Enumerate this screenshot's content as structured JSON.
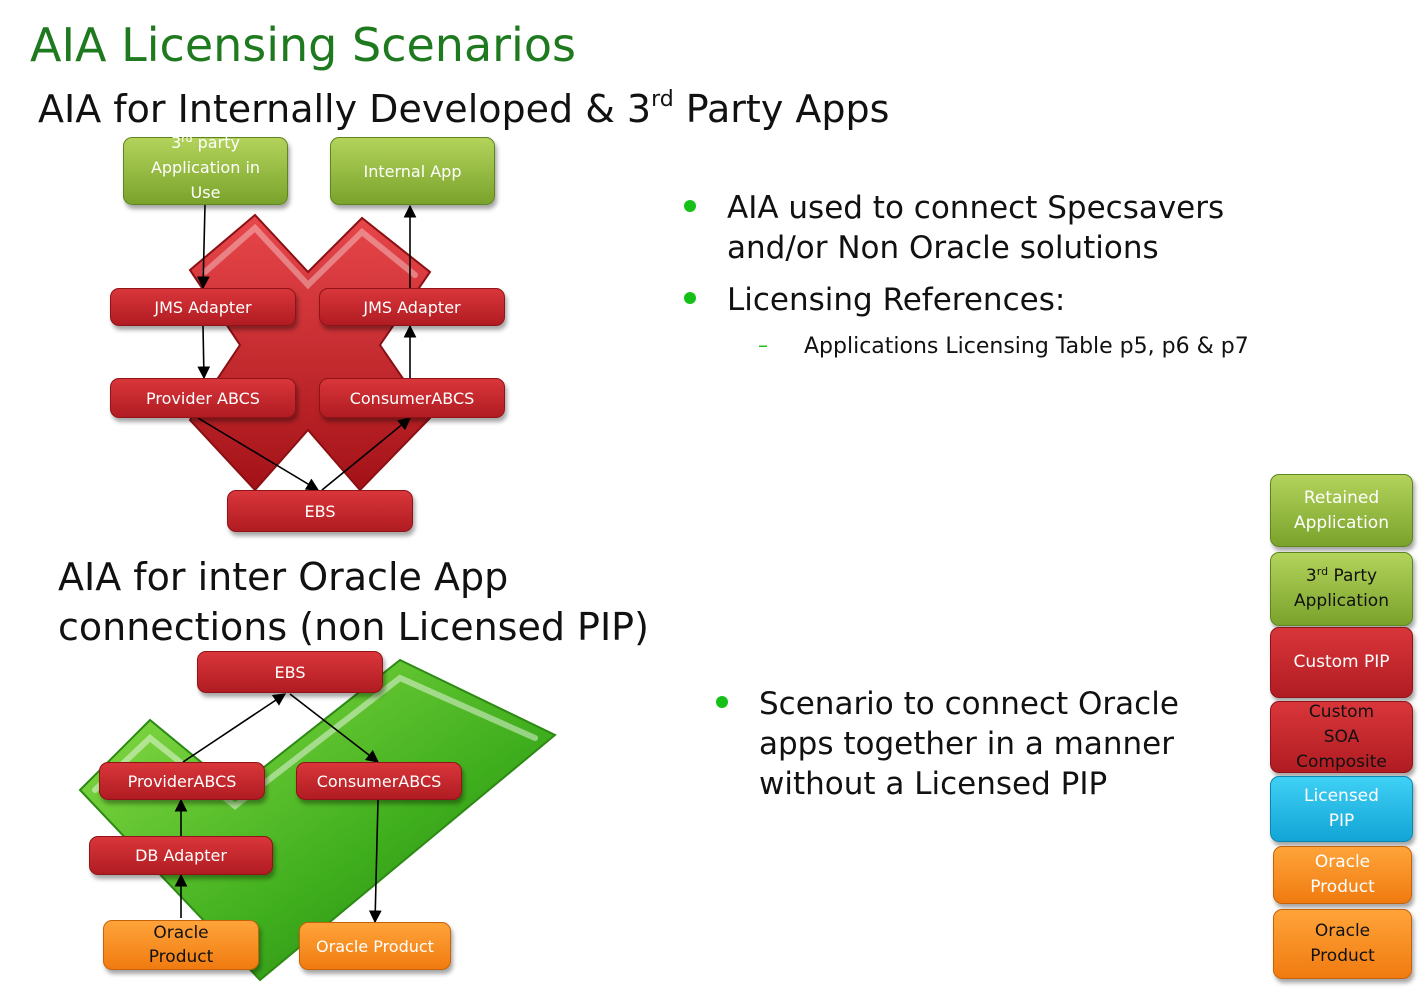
{
  "title": "AIA Licensing Scenarios",
  "section1": {
    "heading": "AIA for Internally Developed & 3",
    "heading_sup": "rd",
    "heading_tail": " Party Apps",
    "boxes": {
      "third_party_pre": "3",
      "third_party_sup": "rd",
      "third_party_mid": " party",
      "third_party_rest": "Application in Use",
      "internal_app": "Internal App",
      "jms_left": "JMS Adapter",
      "jms_right": "JMS Adapter",
      "provider_abcs": "Provider ABCS",
      "consumer_abcs": "ConsumerABCS",
      "ebs": "EBS"
    },
    "bullets": [
      "AIA used to connect Specsavers and/or Non Oracle solutions",
      "Licensing References:"
    ],
    "sub_bullet": "Applications Licensing Table p5, p6 & p7"
  },
  "section2": {
    "heading_line1": "AIA for inter Oracle App",
    "heading_line2": "connections (non Licensed PIP)",
    "boxes": {
      "ebs": "EBS",
      "provider_abcs": "ProviderABCS",
      "consumer_abcs": "ConsumerABCS",
      "db_adapter": "DB Adapter",
      "oracle_product_left": "Oracle Product",
      "oracle_product_right": "Oracle Product"
    },
    "bullet": "Scenario to connect Oracle apps together in a manner without a Licensed PIP"
  },
  "legend": {
    "retained_application": "Retained Application",
    "third_party_pre": "3",
    "third_party_sup": "rd",
    "third_party_rest": " Party Application",
    "custom_pip": "Custom PIP",
    "custom_soa": "Custom SOA Composite",
    "licensed_pip": "Licensed PIP",
    "oracle_product_1": "Oracle Product",
    "oracle_product_2": "Oracle Product"
  },
  "colors": {
    "title_green": "#1f7a1f",
    "red_box": "#c62a2f",
    "green_box": "#8db83a",
    "orange_box": "#f58a1f",
    "blue_box": "#22b8e6",
    "bullet_green": "#17c017"
  },
  "icons": {
    "background_top": "red-x-icon",
    "background_bottom": "green-check-icon"
  }
}
